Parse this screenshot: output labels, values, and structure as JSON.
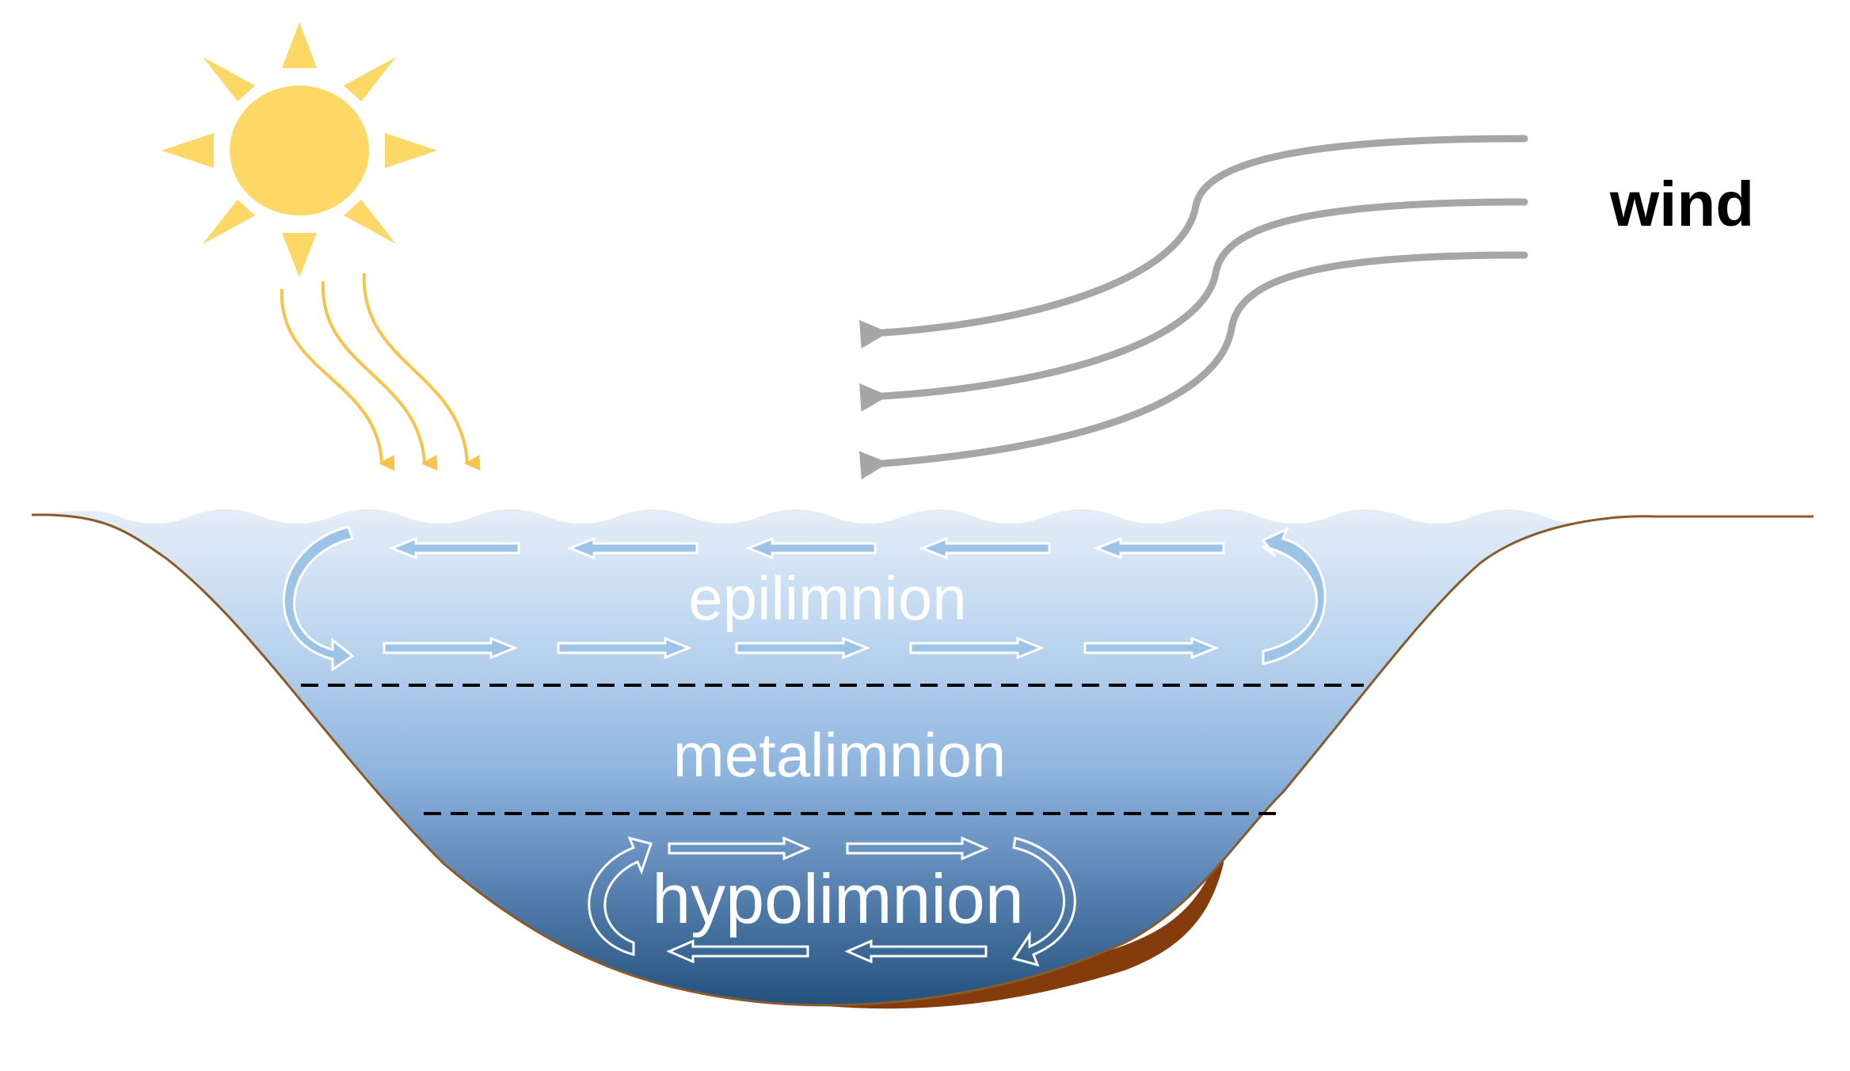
{
  "labels": {
    "wind": "wind",
    "epilimnion": "epilimnion",
    "metalimnion": "metalimnion",
    "hypolimnion": "hypolimnion"
  },
  "icons": {
    "sun": "sun-icon",
    "sun_rays": "sunlight-rays",
    "wind_streams": "wind-streamline-arrows",
    "circulation": "circulation-arrows"
  },
  "colors": {
    "sun": "#FDD867",
    "sun_rays": "#F6C44A",
    "wind_lines": "#A6A6A6",
    "water_top": "#DCE8F5",
    "water_mid": "#9DC3E6",
    "water_bottom": "#1F4E79",
    "sediment": "#843C0C",
    "shore_line": "#8B5A2B",
    "thermocline_dash": "#000000",
    "label_text": "#FFFFFF",
    "wind_text": "#000000"
  }
}
